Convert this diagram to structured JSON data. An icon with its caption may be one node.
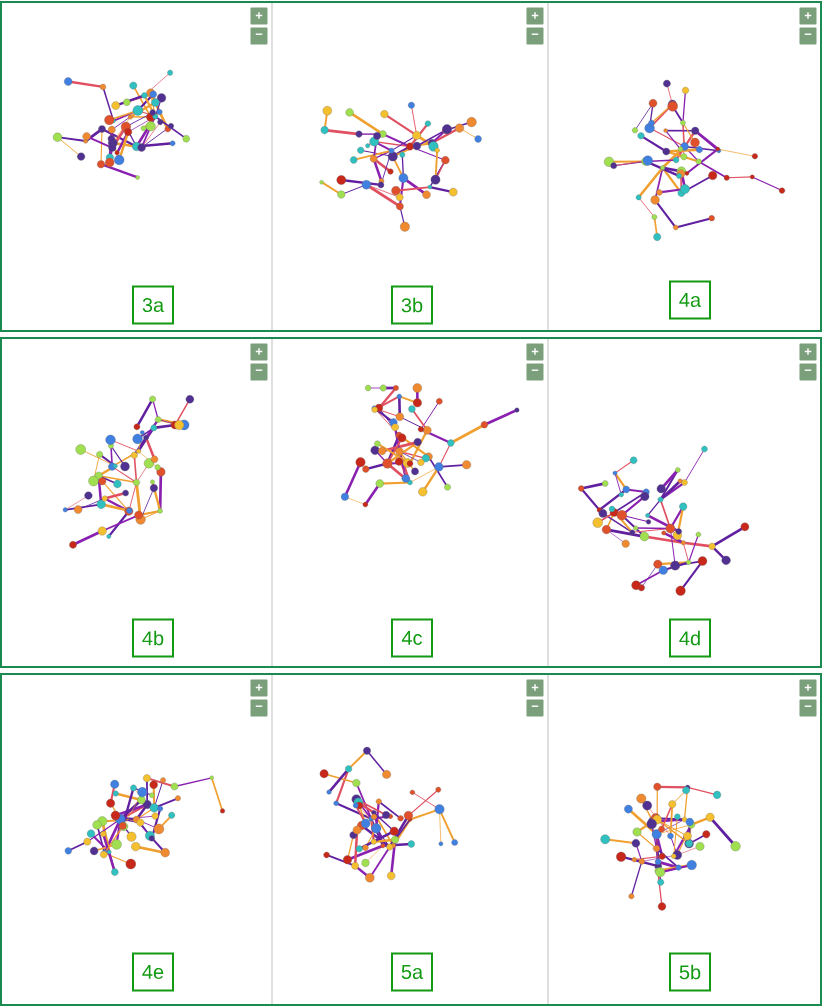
{
  "diagram": {
    "nodes": [
      {
        "text": [
          "+"
        ]
      },
      {
        "text": [
          "−"
        ]
      },
      {
        "text": [
          "+"
        ]
      },
      {
        "text": [
          "−"
        ]
      },
      {
        "text": [
          "+"
        ]
      },
      {
        "text": [
          "−"
        ]
      },
      {
        "text": [
          "3a"
        ]
      },
      {
        "text": [
          "3b"
        ]
      },
      {
        "text": [
          "4a"
        ]
      },
      {
        "text": [
          "+"
        ]
      },
      {
        "text": [
          "−"
        ]
      },
      {
        "text": [
          "+"
        ]
      },
      {
        "text": [
          "−"
        ]
      },
      {
        "text": [
          "+"
        ]
      },
      {
        "text": [
          "−"
        ]
      },
      {
        "text": [
          "4b"
        ]
      },
      {
        "text": [
          "4c"
        ]
      },
      {
        "text": [
          "4d"
        ]
      },
      {
        "text": [
          "+"
        ]
      },
      {
        "text": [
          "−"
        ]
      },
      {
        "text": [
          "+"
        ]
      },
      {
        "text": [
          "−"
        ]
      },
      {
        "text": [
          "+"
        ]
      },
      {
        "text": [
          "−"
        ]
      },
      {
        "text": [
          "4e"
        ]
      },
      {
        "text": [
          "5a"
        ]
      },
      {
        "text": [
          "5b"
        ]
      }
    ]
  }
}
